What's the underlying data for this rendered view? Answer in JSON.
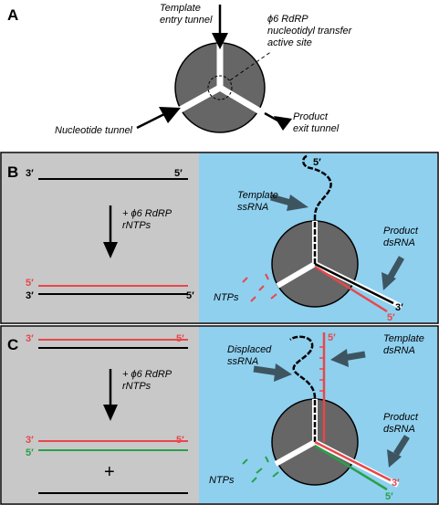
{
  "colors": {
    "gray_panel": "#c8c8c8",
    "blue_panel": "#8fd0ef",
    "polymerase": "#666666",
    "red_strand": "#e8474a",
    "green_strand": "#2aa04a",
    "black_strand": "#000000",
    "arrow_dark": "#3d5560"
  },
  "panel_a": {
    "label": "A",
    "template_entry": [
      "Template",
      "entry tunnel"
    ],
    "active_site": [
      "ϕ6 RdRP",
      "nucleotidyl transfer",
      "active site"
    ],
    "product_exit": [
      "Product",
      "exit tunnel"
    ],
    "nucleotide_tunnel": "Nucleotide tunnel"
  },
  "panel_b": {
    "label": "B",
    "top_strand": {
      "left": "3′",
      "right": "5′"
    },
    "reaction": [
      "+ ϕ6 RdRP",
      "rNTPs"
    ],
    "new_strand": {
      "left": "5′",
      "right": "5′"
    },
    "template_strand": {
      "left": "3′"
    },
    "template_ssrna": [
      "Template",
      "ssRNA"
    ],
    "template_5prime": "5′",
    "product_dsrna": [
      "Product",
      "dsRNA"
    ],
    "product_3prime": "3′",
    "product_5prime": "5′",
    "ntps": "NTPs"
  },
  "panel_c": {
    "label": "C",
    "top_red": {
      "left": "3′",
      "right": "5′"
    },
    "reaction": [
      "+ ϕ6 RdRP",
      "rNTPs"
    ],
    "red_after": {
      "left": "3′",
      "right": "5′"
    },
    "green_after": {
      "left": "5′"
    },
    "plus": "+",
    "displaced_ssrna": [
      "Displaced",
      "ssRNA"
    ],
    "template_dsrna": [
      "Template",
      "dsRNA"
    ],
    "template_5prime": "5′",
    "product_dsrna": [
      "Product",
      "dsRNA"
    ],
    "product_3prime": "3′",
    "product_5prime": "5′",
    "ntps": "NTPs"
  }
}
